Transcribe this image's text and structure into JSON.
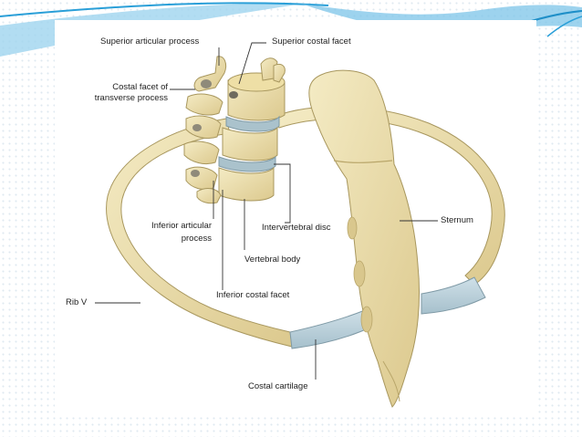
{
  "labels": {
    "superior_articular_process": "Superior articular process",
    "superior_costal_facet": "Superior costal facet",
    "costal_facet_line1": "Costal facet of",
    "costal_facet_line2": "transverse process",
    "inferior_articular_line1": "Inferior articular",
    "inferior_articular_line2": "process",
    "intervertebral_disc": "Intervertebral disc",
    "sternum": "Sternum",
    "vertebral_body": "Vertebral body",
    "inferior_costal_facet": "Inferior costal facet",
    "rib_v": "Rib  V",
    "costal_cartilage": "Costal cartilage"
  },
  "colors": {
    "bone": "#ecdfab",
    "bone_shadow": "#cdbb7c",
    "bone_outline": "#a8975e",
    "cartilage": "#b9cfd9",
    "disc": "#aac2cc",
    "leader_line": "#333333",
    "slide_accent": "#2a9fd8"
  }
}
